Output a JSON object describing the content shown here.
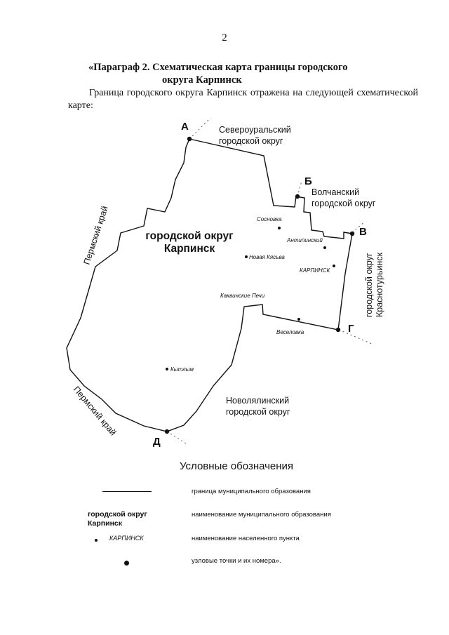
{
  "page_number": "2",
  "heading": {
    "line1": "«Параграф 2. Схематическая карта границы городского",
    "line2": "округа Карпинск"
  },
  "intro_text": "Граница городского округа Карпинск отражена на следующей схематической карте:",
  "map": {
    "points": {
      "a": "А",
      "b": "Б",
      "v": "В",
      "g": "Г",
      "d": "Д"
    },
    "neighbors": {
      "severouralsky_line1": "Североуральский",
      "severouralsky_line2": "городской округ",
      "volchansky_line1": "Волчанский",
      "volchansky_line2": "городской округ",
      "krasnoturinsk_line1": "городской округ",
      "krasnoturinsk_line2": "Краснотурьинск",
      "novolyalinsky_line1": "Новолялинский",
      "novolyalinsky_line2": "городской округ",
      "perm_upper": "Пермский край",
      "perm_lower": "Пермский край"
    },
    "district_name_line1": "городской округ",
    "district_name_line2": "Карпинск",
    "settlements": {
      "sosnovka": "Сосновка",
      "antipinsky": "Антипинский",
      "novaya_kyasva": "Новая Кясьва",
      "karpinsk": "КАРПИНСК",
      "kakvinskie_pechi": "Каквинские Печи",
      "veselovka": "Веселовка",
      "kytlym": "Кытлым"
    }
  },
  "legend": {
    "title": "Условные обозначения",
    "boundary_desc": "граница муниципального образования",
    "name_sample_line1": "городской округ",
    "name_sample_line2": "Карпинск",
    "name_desc": "наименование муниципального образования",
    "settlement_sample": "КАРПИНСК",
    "settlement_desc": "наименование населенного пункта",
    "node_desc": "узловые точки и их номера»."
  }
}
